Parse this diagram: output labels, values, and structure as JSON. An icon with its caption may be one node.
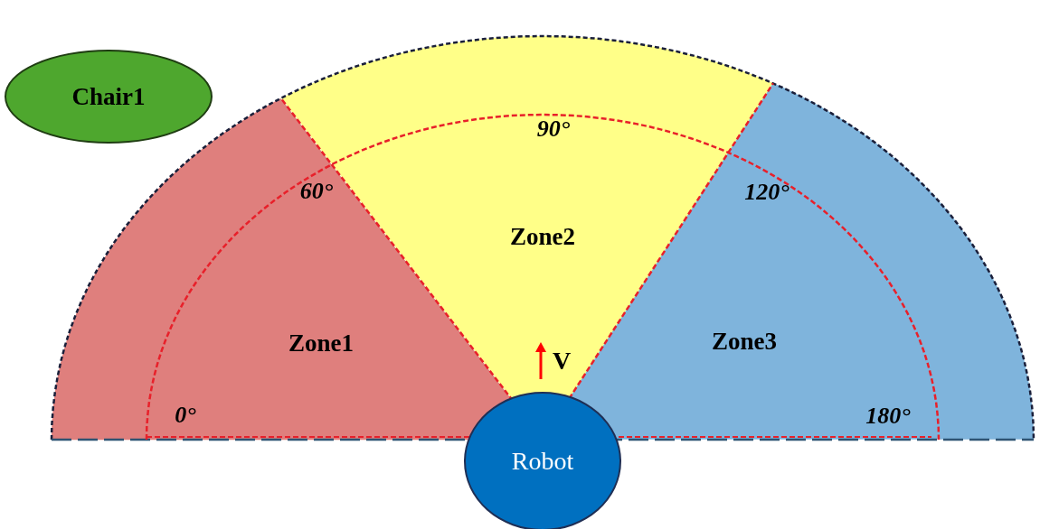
{
  "diagram": {
    "nodes": [
      {
        "text": [
          "Chair1"
        ]
      },
      {
        "text": [
          "Zone1"
        ]
      },
      {
        "text": [
          "Zone2"
        ]
      },
      {
        "text": [
          "Zone3"
        ]
      },
      {
        "text": [
          "Robot"
        ]
      }
    ],
    "labels": [
      "90°",
      "60°",
      "120°",
      "V",
      "0°",
      "180°"
    ]
  }
}
